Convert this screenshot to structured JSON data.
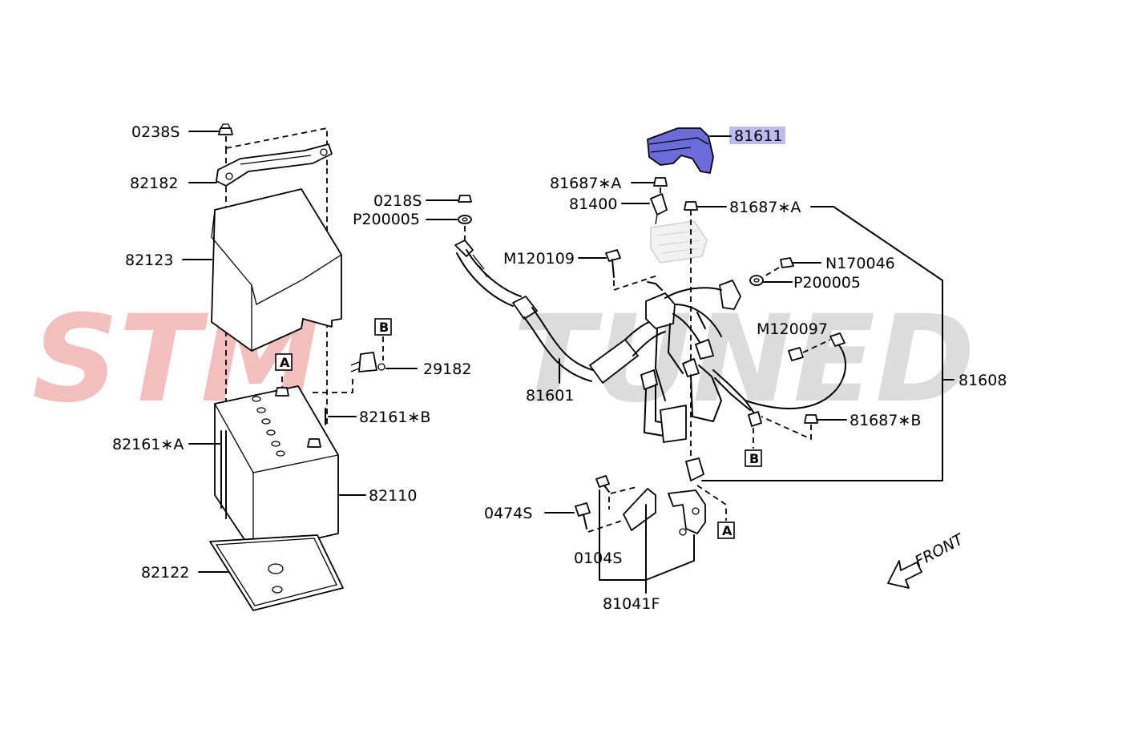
{
  "watermark": {
    "text_left": "STM",
    "text_right": "TUNED",
    "color_left": "#f2b8b8",
    "color_right": "#d9d9d9"
  },
  "highlight": {
    "part": "81611",
    "color": "#6b6bd9"
  },
  "labels": {
    "p0238s": "0238S",
    "p82182": "82182",
    "p82123": "82123",
    "p82161a": "82161∗A",
    "p82110": "82110",
    "p82122": "82122",
    "p82161b": "82161∗B",
    "p29182": "29182",
    "p0218s": "0218S",
    "pP200005a": "P200005",
    "p81601": "81601",
    "p81611": "81611",
    "p81687a1": "81687∗A",
    "p81400": "81400",
    "p81687a2": "81687∗A",
    "pM120109": "M120109",
    "pN170046": "N170046",
    "pP200005b": "P200005",
    "pM120097": "M120097",
    "p81608": "81608",
    "p81687b": "81687∗B",
    "p0474s": "0474S",
    "p0104s": "0104S",
    "p81041f": "81041F",
    "front": "FRONT"
  },
  "ref_boxes": {
    "a1": "A",
    "b1": "B",
    "b2": "B",
    "a2": "A"
  }
}
